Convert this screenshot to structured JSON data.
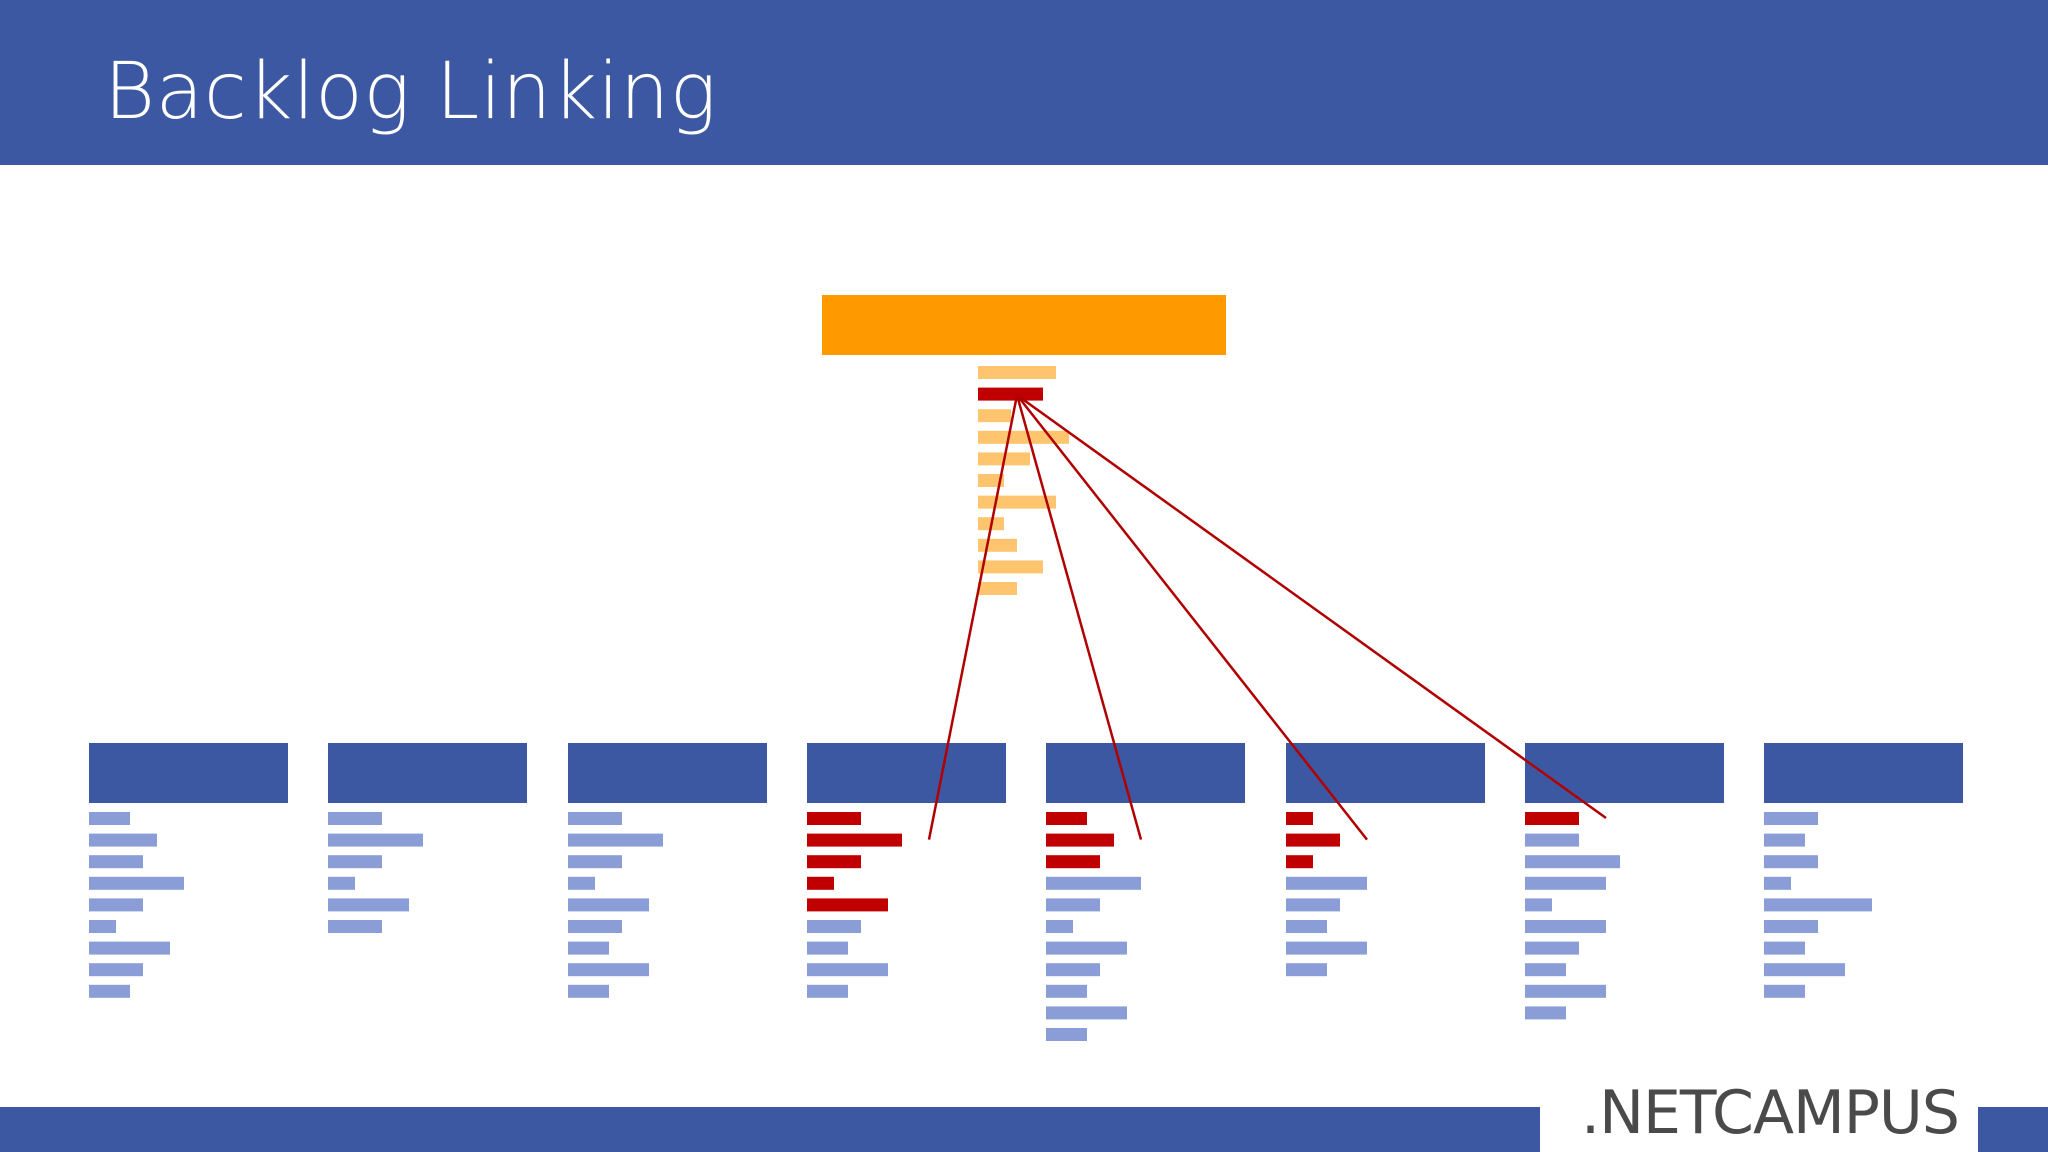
{
  "slide": {
    "title": "Backlog Linking",
    "logo_text": ".NETCAMPUS"
  },
  "colors": {
    "brand_blue": "#3d58a3",
    "parent_header": "#ff9900",
    "parent_item": "#ffc56e",
    "child_item": "#8b9dd6",
    "linked_item": "#c00000",
    "link_line": "#b00000"
  },
  "diagram": {
    "parent": {
      "items": [
        {
          "w": 0.6,
          "linked": false
        },
        {
          "w": 0.5,
          "linked": true
        },
        {
          "w": 0.25,
          "linked": false
        },
        {
          "w": 0.7,
          "linked": false
        },
        {
          "w": 0.4,
          "linked": false
        },
        {
          "w": 0.2,
          "linked": false
        },
        {
          "w": 0.6,
          "linked": false
        },
        {
          "w": 0.2,
          "linked": false
        },
        {
          "w": 0.3,
          "linked": false
        },
        {
          "w": 0.5,
          "linked": false
        },
        {
          "w": 0.3,
          "linked": false
        }
      ]
    },
    "children": [
      {
        "items": [
          {
            "w": 0.3
          },
          {
            "w": 0.5
          },
          {
            "w": 0.4
          },
          {
            "w": 0.7
          },
          {
            "w": 0.4
          },
          {
            "w": 0.2
          },
          {
            "w": 0.6
          },
          {
            "w": 0.4
          },
          {
            "w": 0.3
          }
        ]
      },
      {
        "items": [
          {
            "w": 0.4
          },
          {
            "w": 0.7
          },
          {
            "w": 0.4
          },
          {
            "w": 0.2
          },
          {
            "w": 0.6
          },
          {
            "w": 0.4
          }
        ]
      },
      {
        "items": [
          {
            "w": 0.4
          },
          {
            "w": 0.7
          },
          {
            "w": 0.4
          },
          {
            "w": 0.2
          },
          {
            "w": 0.6
          },
          {
            "w": 0.4
          },
          {
            "w": 0.3
          },
          {
            "w": 0.6
          },
          {
            "w": 0.3
          }
        ]
      },
      {
        "items": [
          {
            "w": 0.4,
            "linked": true
          },
          {
            "w": 0.7,
            "linked": true
          },
          {
            "w": 0.4,
            "linked": true
          },
          {
            "w": 0.2,
            "linked": true
          },
          {
            "w": 0.6,
            "linked": true
          },
          {
            "w": 0.4
          },
          {
            "w": 0.3
          },
          {
            "w": 0.6
          },
          {
            "w": 0.3
          }
        ]
      },
      {
        "items": [
          {
            "w": 0.3,
            "linked": true
          },
          {
            "w": 0.5,
            "linked": true
          },
          {
            "w": 0.4,
            "linked": true
          },
          {
            "w": 0.7
          },
          {
            "w": 0.4
          },
          {
            "w": 0.2
          },
          {
            "w": 0.6
          },
          {
            "w": 0.4
          },
          {
            "w": 0.3
          },
          {
            "w": 0.6
          },
          {
            "w": 0.3
          }
        ]
      },
      {
        "items": [
          {
            "w": 0.2,
            "linked": true
          },
          {
            "w": 0.4,
            "linked": true
          },
          {
            "w": 0.2,
            "linked": true
          },
          {
            "w": 0.6
          },
          {
            "w": 0.4
          },
          {
            "w": 0.3
          },
          {
            "w": 0.6
          },
          {
            "w": 0.3
          }
        ]
      },
      {
        "items": [
          {
            "w": 0.4,
            "linked": true
          },
          {
            "w": 0.4
          },
          {
            "w": 0.7
          },
          {
            "w": 0.6
          },
          {
            "w": 0.2
          },
          {
            "w": 0.6
          },
          {
            "w": 0.4
          },
          {
            "w": 0.3
          },
          {
            "w": 0.6
          },
          {
            "w": 0.3
          }
        ]
      },
      {
        "items": [
          {
            "w": 0.4
          },
          {
            "w": 0.3
          },
          {
            "w": 0.4
          },
          {
            "w": 0.2
          },
          {
            "w": 0.8
          },
          {
            "w": 0.4
          },
          {
            "w": 0.3
          },
          {
            "w": 0.6
          },
          {
            "w": 0.3
          }
        ]
      }
    ],
    "links": [
      {
        "child": 3,
        "item": 1
      },
      {
        "child": 4,
        "item": 1
      },
      {
        "child": 5,
        "item": 1
      },
      {
        "child": 6,
        "item": 0
      }
    ]
  }
}
